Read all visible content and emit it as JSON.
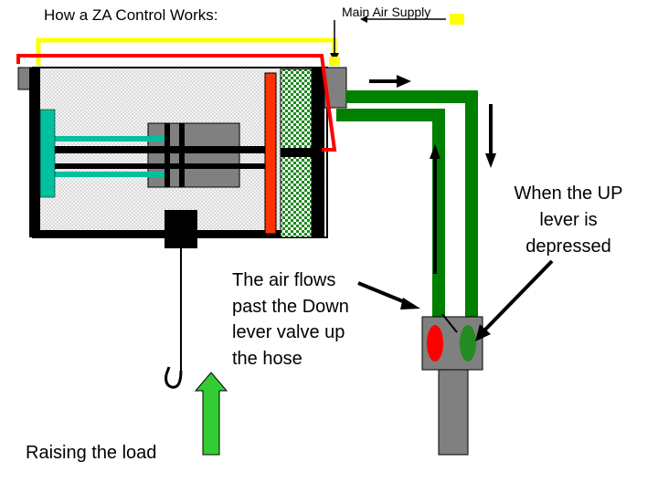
{
  "title": "How a ZA Control Works:",
  "main_air_supply_label": "Main Air Supply",
  "up_lever_note": "When the UP lever is depressed",
  "air_flow_note": "The air flows past the Down lever valve up the hose",
  "raising_label": "Raising the load",
  "colors": {
    "supply_line": "#ffff00",
    "return_line": "#ff0000",
    "hose": "#008000",
    "piston_rod_accent": "#00c0a0",
    "piston": "#ff3300",
    "filter": "#008000",
    "down_valve": "#ff0000",
    "up_valve": "#228b22",
    "raise_arrow": "#33cc33",
    "body_fill": "#eeeeee",
    "metal": "#808080"
  },
  "icons": [
    "flow-arrow-icon",
    "raise-arrow-icon",
    "hook-icon"
  ]
}
